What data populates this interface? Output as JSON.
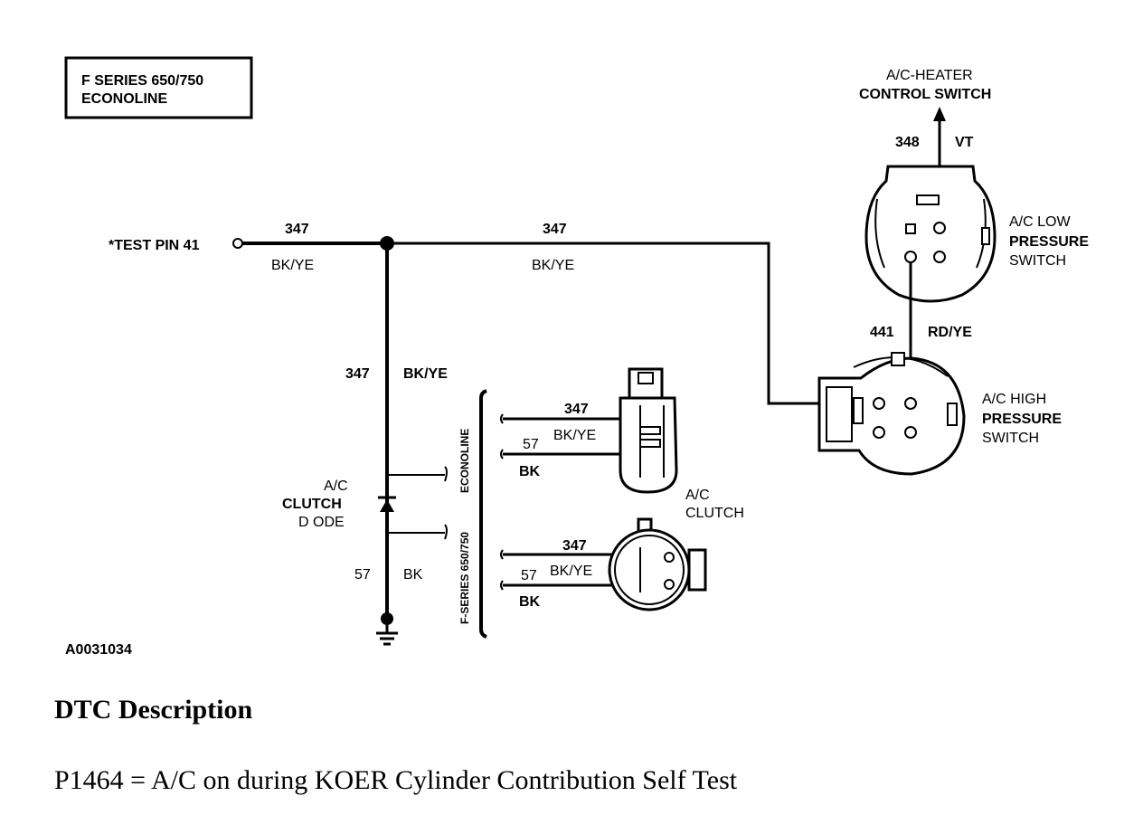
{
  "diagram": {
    "model_box": {
      "line1": "F SERIES 650/750",
      "line2": "ECONOLINE"
    },
    "test_pin": "*TEST PIN 41",
    "wire_347_left": {
      "circuit": "347",
      "color": "BK/YE"
    },
    "wire_347_top": {
      "circuit": "347",
      "color": "BK/YE"
    },
    "wire_347_vertical": {
      "circuit": "347",
      "color": "BK/YE"
    },
    "ground_wire": {
      "circuit": "57",
      "color": "BK"
    },
    "diode_label": {
      "line1": "A/C",
      "line2": "CLUTCH",
      "line3": "D ODE"
    },
    "econoline_bracket": "ECONOLINE",
    "fseries_bracket": "F-SERIES 650/750",
    "econoline_clutch": {
      "wire1": {
        "circuit": "347",
        "color": "BK/YE"
      },
      "wire2": {
        "circuit": "57",
        "color": "BK"
      },
      "label_line1": "A/C",
      "label_line2": "CLUTCH"
    },
    "fseries_clutch": {
      "wire1": {
        "circuit": "347",
        "color": "BK/YE"
      },
      "wire2": {
        "circuit": "57",
        "color": "BK"
      }
    },
    "heater_switch": {
      "line1": "A/C-HEATER",
      "line2": "CONTROL SWITCH"
    },
    "wire_348": {
      "circuit": "348",
      "color": "VT"
    },
    "low_pressure_switch": {
      "line1": "A/C LOW",
      "line2": "PRESSURE",
      "line3": "SWITCH"
    },
    "wire_441": {
      "circuit": "441",
      "color": "RD/YE"
    },
    "high_pressure_switch": {
      "line1": "A/C HIGH",
      "line2": "PRESSURE",
      "line3": "SWITCH"
    },
    "figure_id": "A0031034"
  },
  "dtc": {
    "heading": "DTC Description",
    "description": "P1464 = A/C on during KOER Cylinder Contribution Self Test"
  }
}
